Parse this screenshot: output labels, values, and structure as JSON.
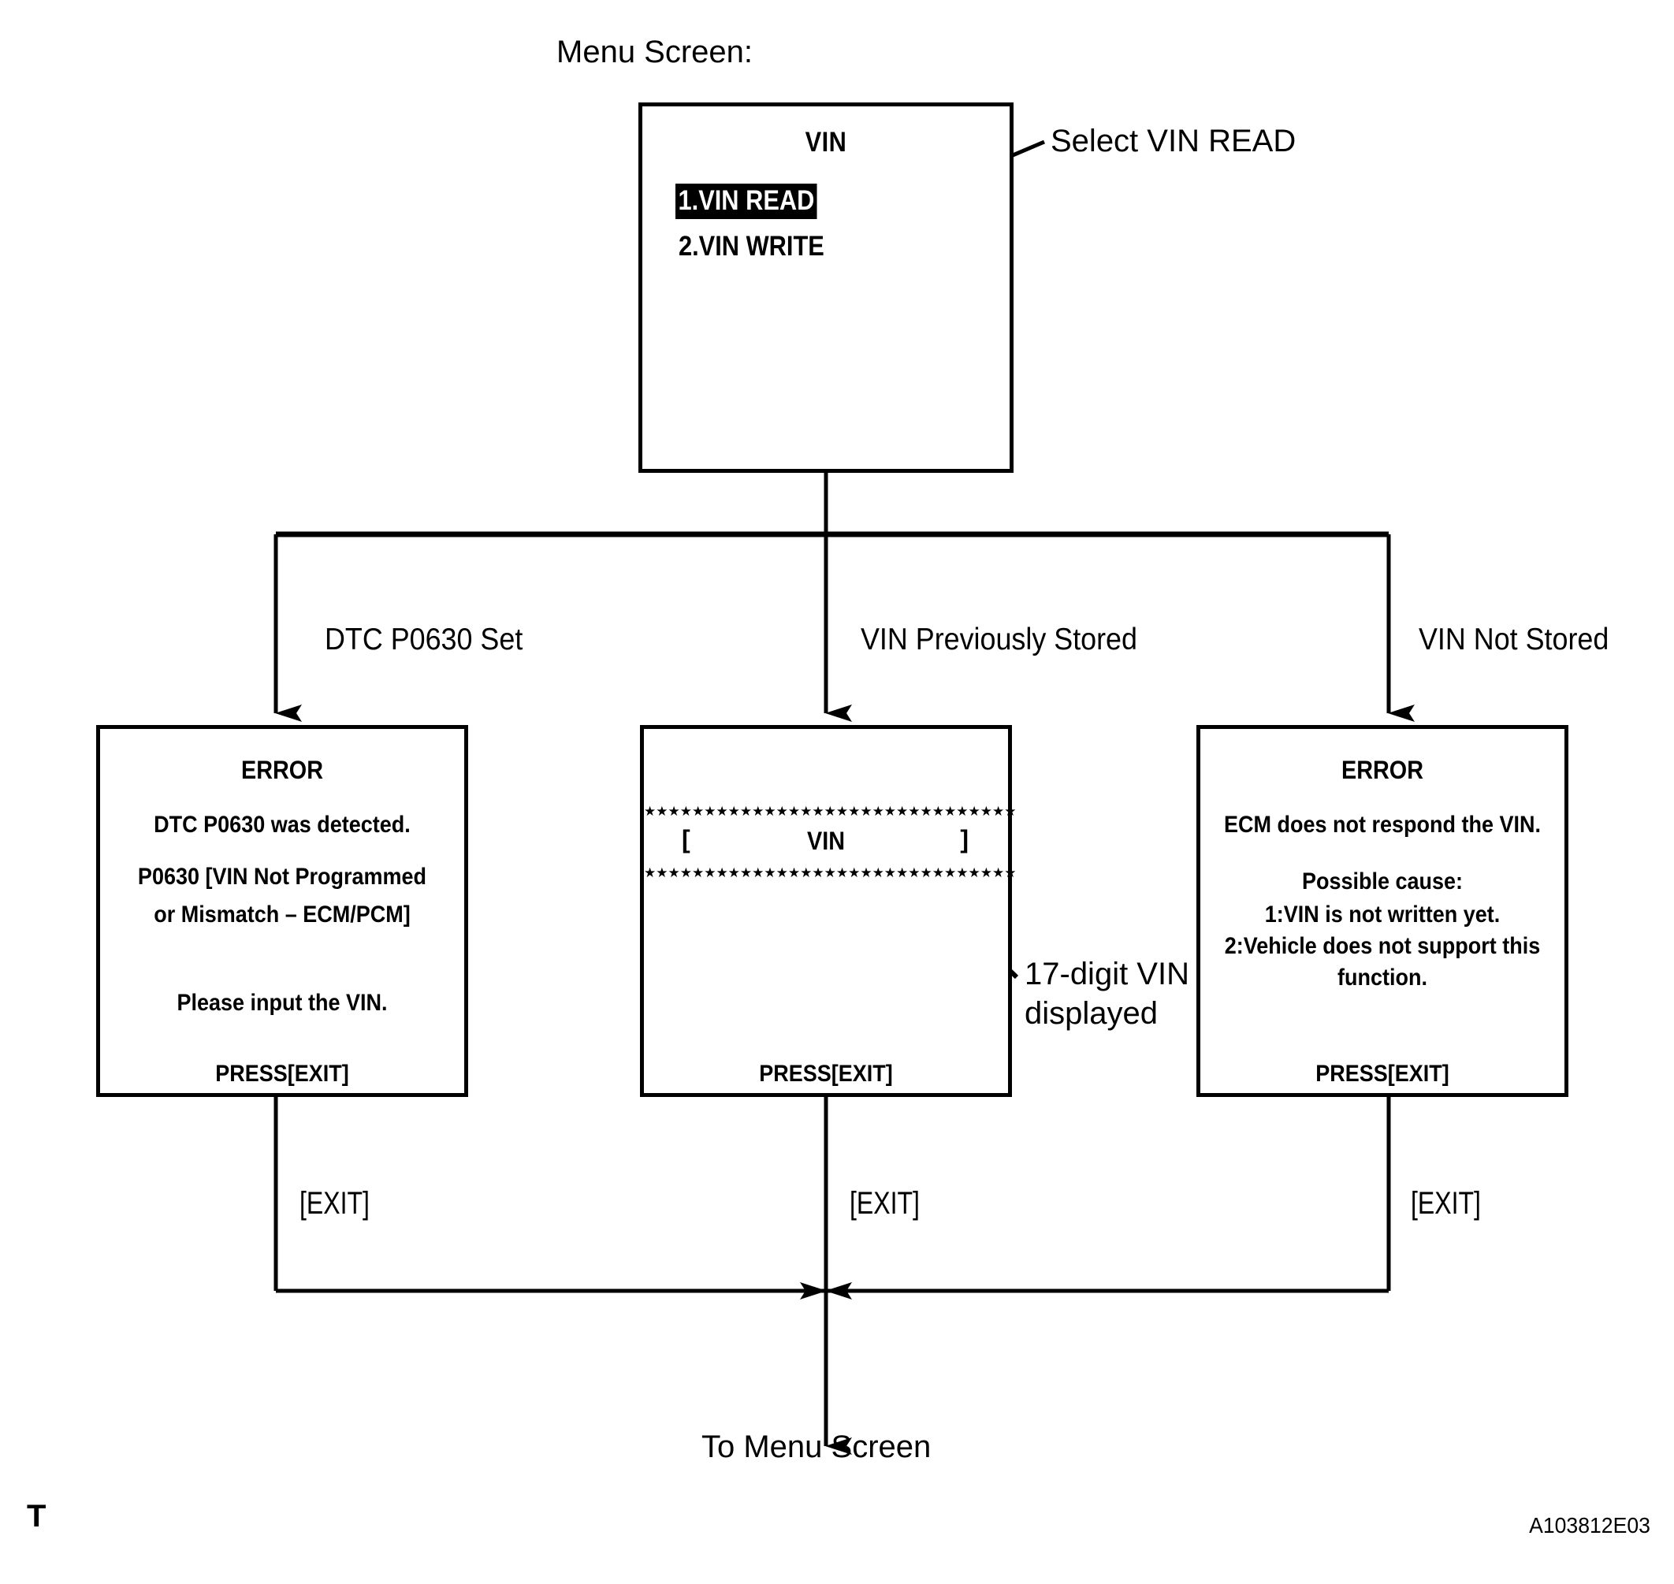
{
  "diagram": {
    "caption_top": "Menu Screen:",
    "callout_select": "Select VIN READ",
    "callout_vin_line1": "17-digit VIN",
    "callout_vin_line2": "displayed",
    "bottom_label": "To Menu Screen",
    "footer_mark": "T",
    "footer_code": "A103812E03",
    "ink_color": "#000000",
    "paper_color": "#ffffff"
  },
  "menu_screen": {
    "title": "VIN",
    "items": [
      {
        "label": "1.VIN READ",
        "selected": true
      },
      {
        "label": "2.VIN WRITE",
        "selected": false
      }
    ]
  },
  "branches": [
    {
      "condition": "DTC P0630 Set",
      "exit_label": "[EXIT]"
    },
    {
      "condition": "VIN Previously Stored",
      "exit_label": "[EXIT]"
    },
    {
      "condition": "VIN Not Stored",
      "exit_label": "[EXIT]"
    }
  ],
  "screens": {
    "error_dtc": {
      "heading": "ERROR",
      "line1": "DTC P0630 was detected.",
      "line2": "P0630  [VIN Not Programmed",
      "line3": "or Mismatch – ECM/PCM]",
      "line4": "Please input the VIN.",
      "footer": "PRESS[EXIT]"
    },
    "vin_display": {
      "stars_top": "★★★★★★★★★★★★★★★★★★★★★★★★★★★★★★★",
      "bracket_left": "[",
      "vin_label": "VIN",
      "bracket_right": "]",
      "stars_bottom": "★★★★★★★★★★★★★★★★★★★★★★★★★★★★★★★",
      "footer": "PRESS[EXIT]"
    },
    "error_no_vin": {
      "heading": "ERROR",
      "line1": "ECM does not respond the VIN.",
      "line2": "Possible cause:",
      "line3": "1:VIN is not written yet.",
      "line4": "2:Vehicle does not support this",
      "line5": "function.",
      "footer": "PRESS[EXIT]"
    }
  }
}
